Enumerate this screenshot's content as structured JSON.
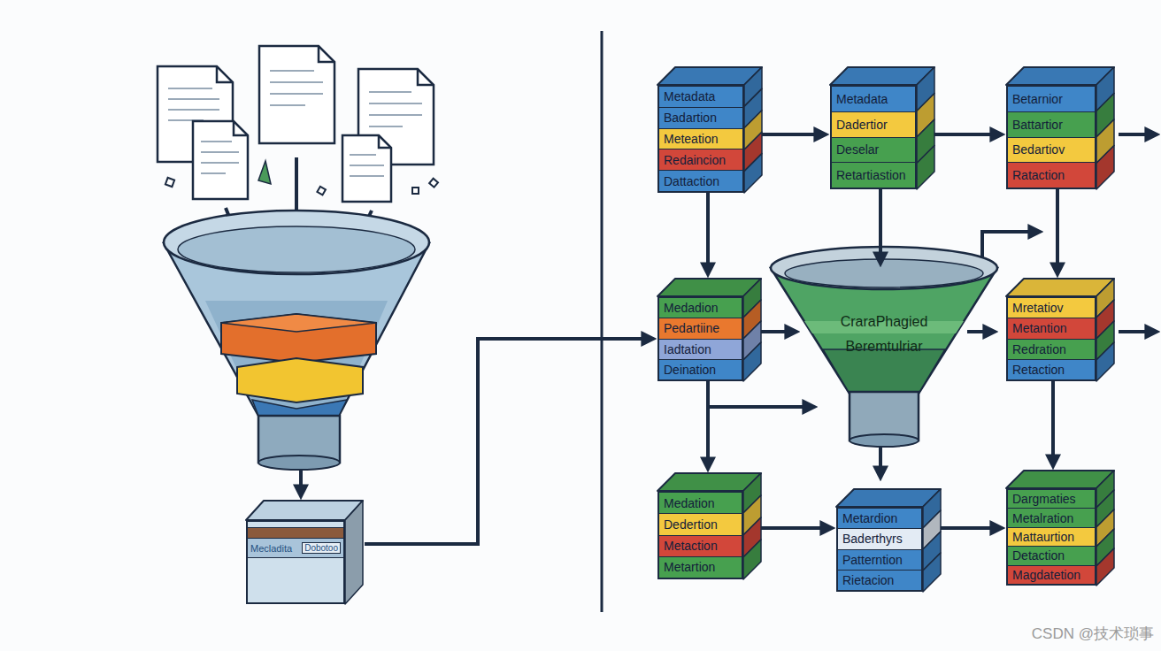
{
  "diagram": {
    "nodes": [
      {
        "text": [
          "Mecladita",
          "Dobotoo"
        ]
      },
      {
        "text": [
          "Metadata",
          "Badartion",
          "Meteation",
          "Redaincion",
          "Dattaction"
        ]
      },
      {
        "text": [
          "Metadata",
          "Dadertior",
          "Deselar",
          "Retartiastion"
        ]
      },
      {
        "text": [
          "Betarnior",
          "Battartior",
          "Bedartiov",
          "Rataction"
        ]
      },
      {
        "text": [
          "Medadion",
          "Pedartiine",
          "Iadtation",
          "Deination"
        ]
      },
      {
        "text": [
          "CraraPhagied",
          "Beremtulriar"
        ]
      },
      {
        "text": [
          "Mretatiov",
          "Metantion",
          "Redration",
          "Retaction"
        ]
      },
      {
        "text": [
          "Medation",
          "Dedertion",
          "Metaction",
          "Metartion"
        ]
      },
      {
        "text": [
          "Metardion",
          "Baderthyrs",
          "Patterntion",
          "Rietacion"
        ]
      },
      {
        "text": [
          "Dargmaties",
          "Metalration",
          "Mattaurtion",
          "Detaction",
          "Magdatetion"
        ]
      }
    ],
    "edges": [
      {
        "from": 0,
        "to": 4,
        "arrow": "to"
      },
      {
        "from": 1,
        "to": 2,
        "arrow": "to"
      },
      {
        "from": 2,
        "to": 3,
        "arrow": "to"
      },
      {
        "from": 1,
        "to": 4,
        "arrow": "to"
      },
      {
        "from": 2,
        "to": 5,
        "arrow": "to"
      },
      {
        "from": 3,
        "to": 6,
        "arrow": "to"
      },
      {
        "from": 4,
        "to": 5,
        "arrow": "to"
      },
      {
        "from": 5,
        "to": 6,
        "arrow": "to"
      },
      {
        "from": 5,
        "to": 6,
        "arrow": "to"
      },
      {
        "from": 4,
        "to": 7,
        "arrow": "to"
      },
      {
        "from": 4,
        "to": 5,
        "arrow": "to"
      },
      {
        "from": 5,
        "to": 8,
        "arrow": "to"
      },
      {
        "from": 6,
        "to": 9,
        "arrow": "to"
      },
      {
        "from": 7,
        "to": 8,
        "arrow": "to"
      },
      {
        "from": 8,
        "to": 9,
        "arrow": "to"
      }
    ],
    "labels": [
      "CSDN @技术琐事"
    ]
  }
}
